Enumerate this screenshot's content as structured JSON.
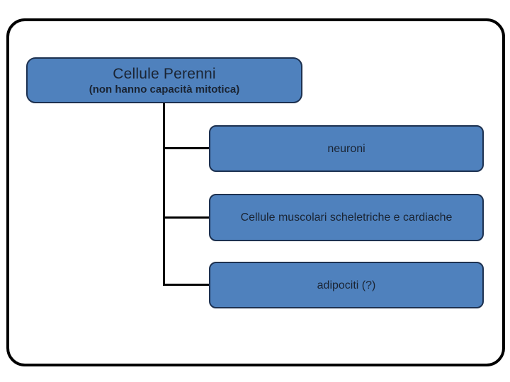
{
  "slide": {
    "background": "#ffffff",
    "frame_color": "#000000"
  },
  "colors": {
    "node_fill": "#4f81bd",
    "node_border": "#1d3150",
    "node_text": "#1a2433",
    "connector": "#000000"
  },
  "tree": {
    "root": {
      "title": "Cellule Perenni",
      "subtitle": "(non hanno capacità mitotica)"
    },
    "children": [
      {
        "label": "neuroni"
      },
      {
        "label": "Cellule muscolari scheletriche e cardiache"
      },
      {
        "label": "adipociti (?)"
      }
    ]
  }
}
